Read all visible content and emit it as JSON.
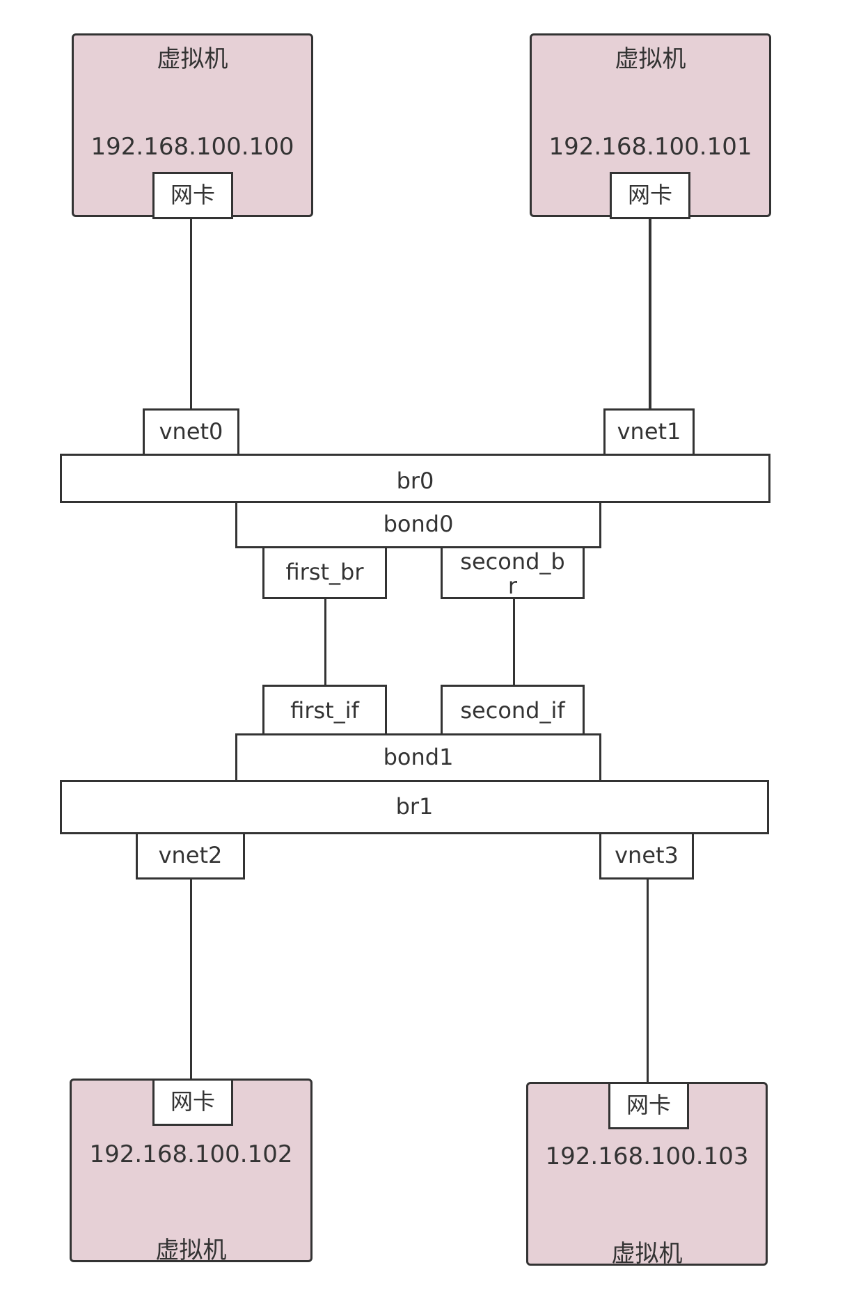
{
  "vm_top_left": {
    "title": "虚拟机",
    "ip": "192.168.100.100",
    "nic": "网卡"
  },
  "vm_top_right": {
    "title": "虚拟机",
    "ip": "192.168.100.101",
    "nic": "网卡"
  },
  "vm_bot_left": {
    "title": "虚拟机",
    "ip": "192.168.100.102",
    "nic": "网卡"
  },
  "vm_bot_right": {
    "title": "虚拟机",
    "ip": "192.168.100.103",
    "nic": "网卡"
  },
  "ifaces": {
    "vnet0": "vnet0",
    "vnet1": "vnet1",
    "br0": "br0",
    "bond0": "bond0",
    "first_br": "first_br",
    "second_br": "second_b\nr",
    "first_if": "first_if",
    "second_if": "second_if",
    "bond1": "bond1",
    "br1": "br1",
    "vnet2": "vnet2",
    "vnet3": "vnet3"
  },
  "colors": {
    "vm_fill": "#e6d0d6",
    "stroke": "#333333"
  }
}
